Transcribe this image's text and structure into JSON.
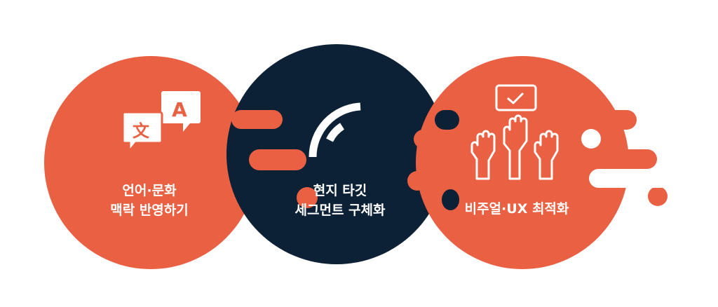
{
  "colors": {
    "orange": "#E96042",
    "navy": "#0C2135",
    "white": "#FFFFFF"
  },
  "steps": [
    {
      "line1": "언어·문화",
      "line2": "맥락 반영하기",
      "icon": "translate-icon"
    },
    {
      "line1": "현지 타깃",
      "line2": "세그먼트 구체화",
      "icon": "target-arc-icon"
    },
    {
      "line1": "비주얼·UX 최적화",
      "icon": "raised-hands-vote-icon"
    }
  ],
  "icon_text": {
    "translate_a": "A",
    "translate_b": "文"
  }
}
